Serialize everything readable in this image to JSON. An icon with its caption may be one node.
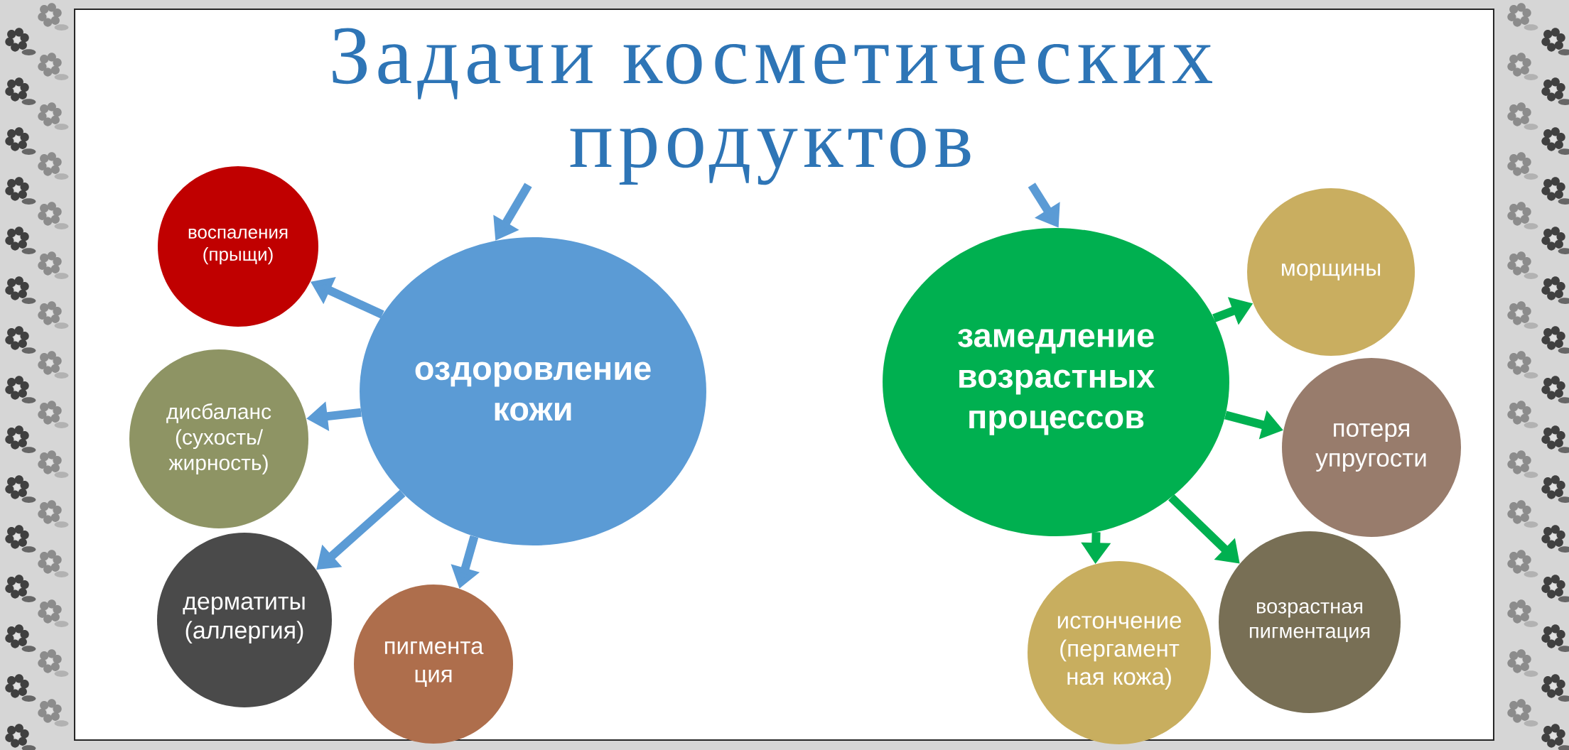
{
  "diagram": {
    "nodes": [
      {
        "text": [
          "Задачи косметических продуктов"
        ]
      },
      {
        "text": [
          "оздоровление кожи"
        ]
      },
      {
        "text": [
          "замедление возрастных процессов"
        ]
      },
      {
        "text": [
          "воспаления (прыщи)"
        ]
      },
      {
        "text": [
          "дисбаланс (сухость/ жирность)"
        ]
      },
      {
        "text": [
          "дерматиты (аллергия)"
        ]
      },
      {
        "text": [
          "пигмента ция"
        ]
      },
      {
        "text": [
          "морщины"
        ]
      },
      {
        "text": [
          "потеря упругости"
        ]
      },
      {
        "text": [
          "истончение (пергамент ная кожа)"
        ]
      },
      {
        "text": [
          "возрастная пигментация"
        ]
      }
    ],
    "edges": [
      {
        "from": 0,
        "to": 1,
        "arrow": "to"
      },
      {
        "from": 0,
        "to": 2,
        "arrow": "to"
      },
      {
        "from": 1,
        "to": 3,
        "arrow": "to"
      },
      {
        "from": 1,
        "to": 4,
        "arrow": "to"
      },
      {
        "from": 1,
        "to": 5,
        "arrow": "to"
      },
      {
        "from": 1,
        "to": 6,
        "arrow": "to"
      },
      {
        "from": 2,
        "to": 7,
        "arrow": "to",
        "color": "#00b050"
      },
      {
        "from": 2,
        "to": 8,
        "arrow": "to",
        "color": "#00b050"
      },
      {
        "from": 2,
        "to": 9,
        "arrow": "to",
        "color": "#00b050"
      },
      {
        "from": 2,
        "to": 10,
        "arrow": "to",
        "color": "#00b050"
      }
    ]
  }
}
